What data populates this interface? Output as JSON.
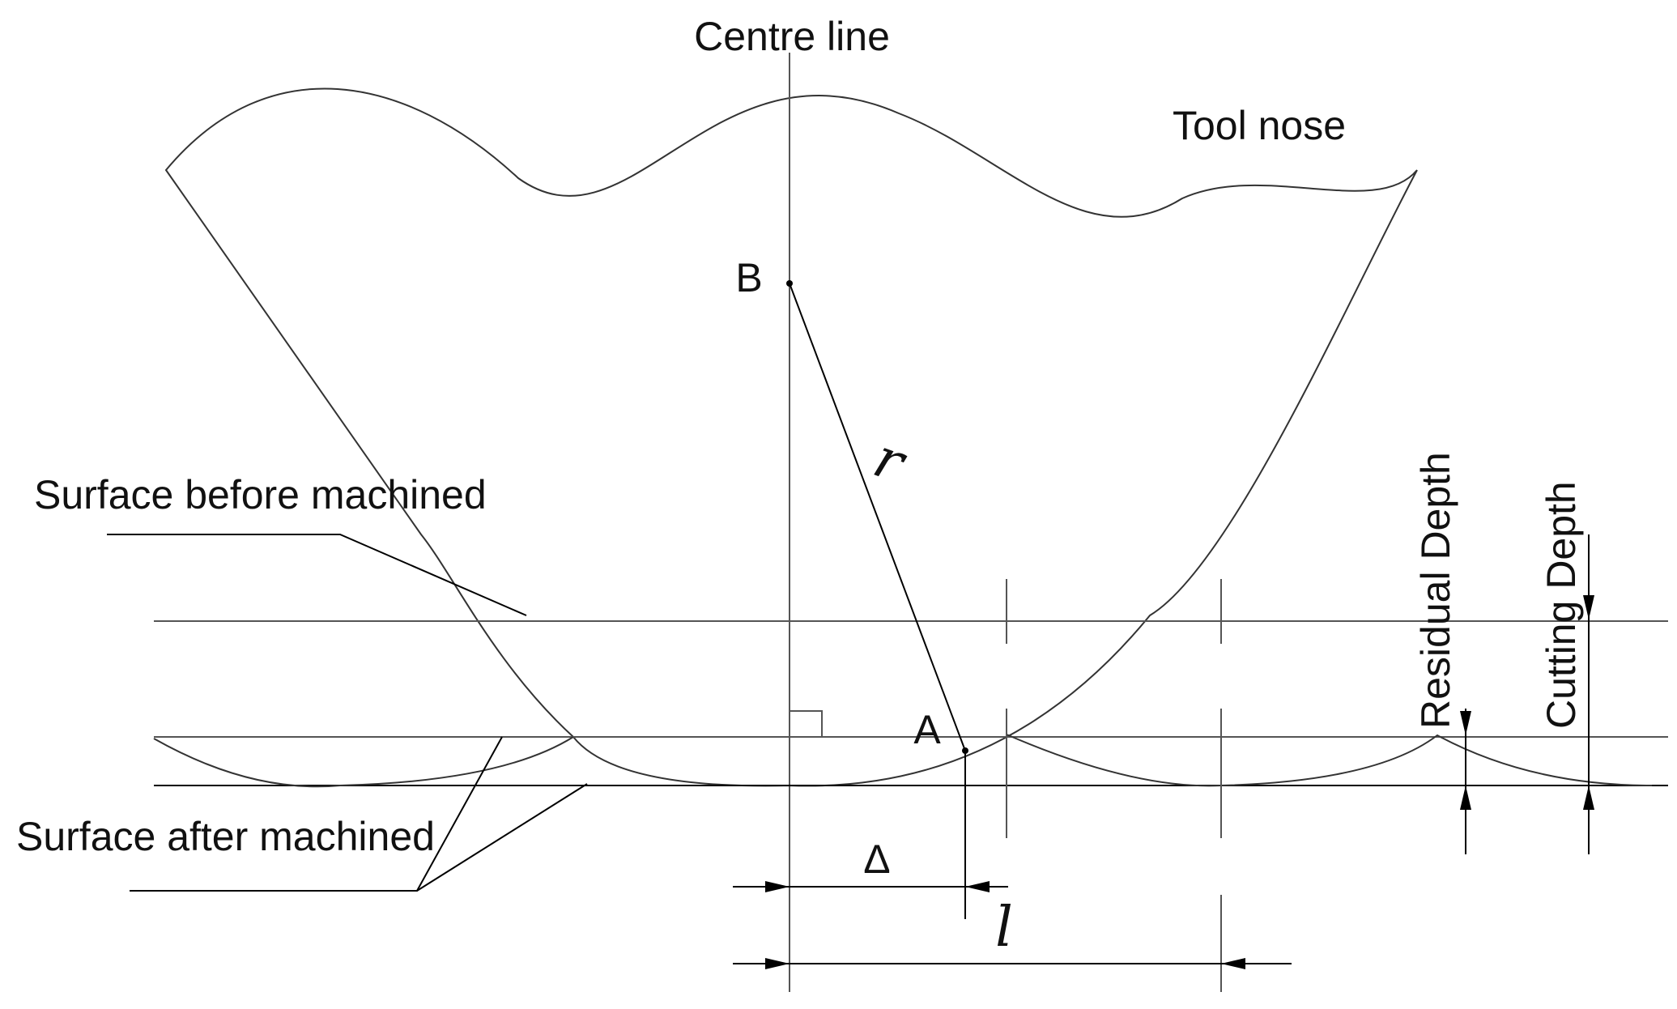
{
  "labels": {
    "centre_line": "Centre line",
    "tool_nose": "Tool nose",
    "surface_before": "Surface before machined",
    "surface_after": "Surface after machined",
    "residual_depth": "Residual Depth",
    "cutting_depth": "Cutting Depth",
    "point_a": "A",
    "point_b": "B",
    "radius": "r",
    "delta": "Δ",
    "length": "l"
  }
}
